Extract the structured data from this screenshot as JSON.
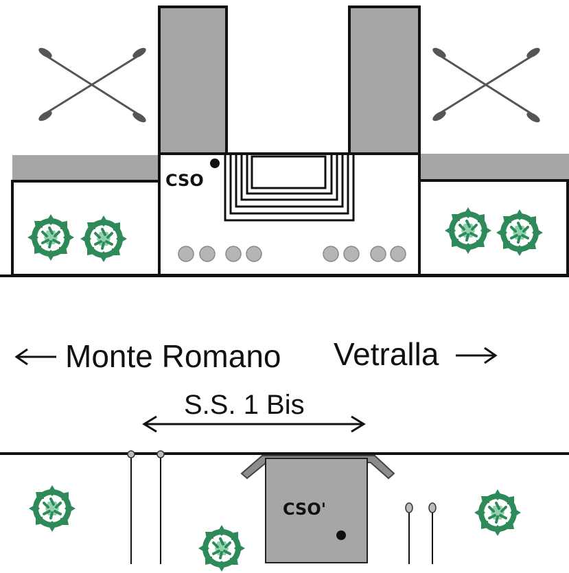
{
  "labels": {
    "cso_top": "CSO",
    "cso_bottom": "CSO'",
    "monte_romano": "Monte Romano",
    "vetralla": "Vetralla",
    "road": "S.S. 1 Bis"
  },
  "colors": {
    "line": "#111111",
    "gray_fill": "#a6a6a6",
    "light_gray": "#b5b5b5",
    "foliage": "#2f8a5a",
    "foliage_light": "#8fd1ad"
  },
  "icons": [
    "tree-icon",
    "streetlight-icon",
    "floodlight-icon",
    "left-arrow-icon",
    "right-arrow-icon",
    "double-arrow-icon"
  ]
}
